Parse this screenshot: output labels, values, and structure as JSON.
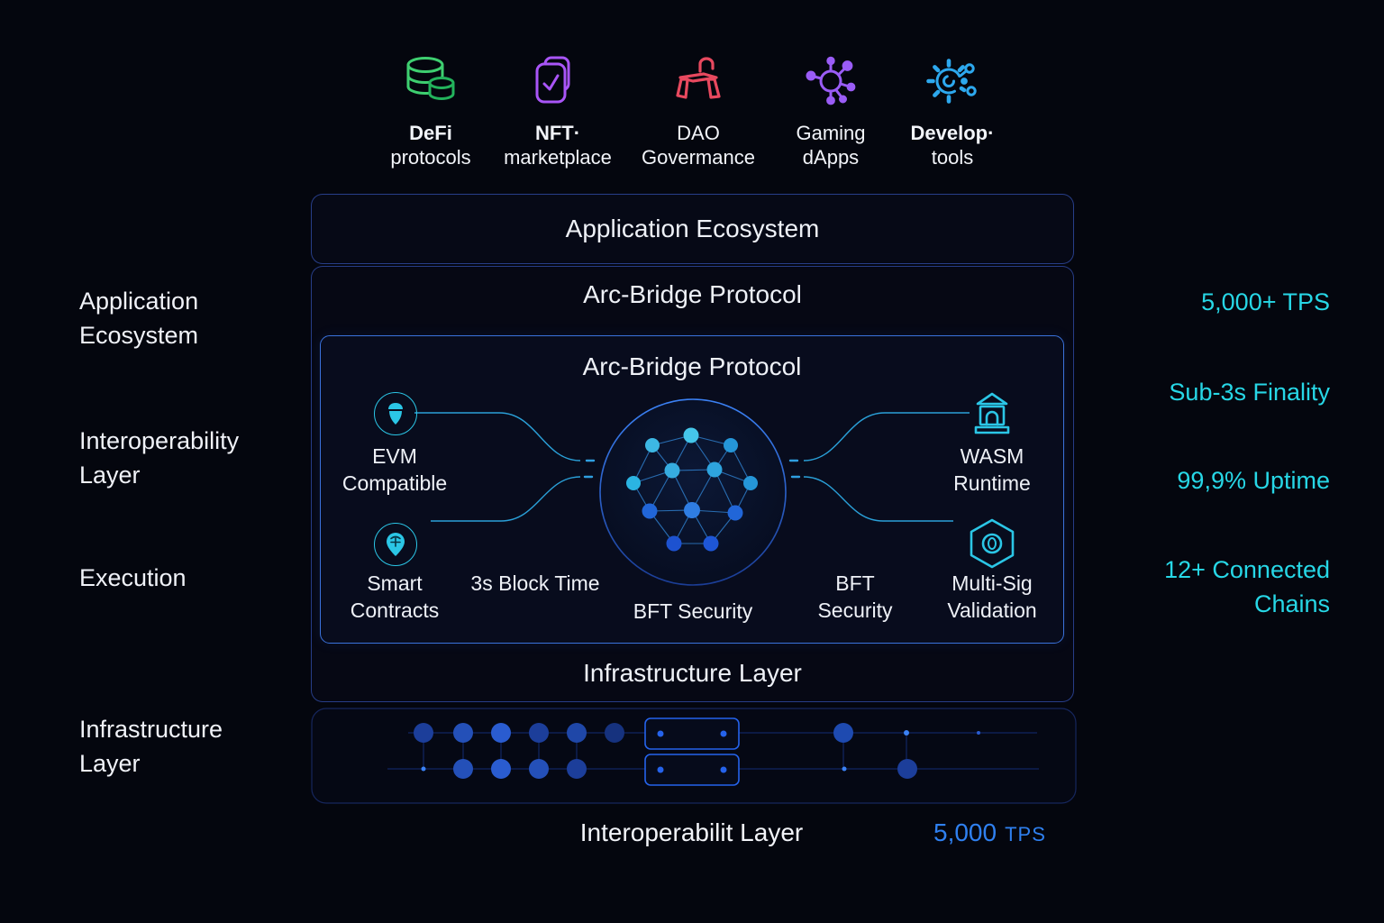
{
  "app_icons": [
    {
      "line1": "DeFi",
      "line2": "protocols"
    },
    {
      "line1": "NFT·",
      "line2": "marketplace"
    },
    {
      "line1": "DAO",
      "line2": "Govermance"
    },
    {
      "line1": "Gaming",
      "line2": "dApps"
    },
    {
      "line1": "Develop·",
      "line2": "tools"
    }
  ],
  "left_labels": [
    {
      "line1": "Application",
      "line2": "Ecosystem"
    },
    {
      "line1": "Interoperability",
      "line2": "Layer"
    },
    {
      "line1": "Execution",
      "line2": ""
    },
    {
      "line1": "Infrastructure",
      "line2": "Layer"
    }
  ],
  "stats": [
    {
      "text": "5,000+ TPS"
    },
    {
      "text": "Sub-3s Finality"
    },
    {
      "text": "99,9% Uptime"
    },
    {
      "text": "12+ Connected Chains"
    }
  ],
  "diagram": {
    "application_ecosystem_title": "Application Ecosystem",
    "bridge_header": "Arc-Bridge Protocol",
    "inner_title": "Arc-Bridge Protocol",
    "infrastructure_footer": "Infrastructure Layer",
    "evm": {
      "line1": "EVM",
      "line2": "Compatible"
    },
    "smart_contracts": {
      "line1": "Smart",
      "line2": "Contracts"
    },
    "block_time": "3s Block Time",
    "bft_center": "BFT Security",
    "bft_right": {
      "line1": "BFT",
      "line2": "Security"
    },
    "wasm": {
      "line1": "WASM",
      "line2": "Runtime"
    },
    "multisig": {
      "line1": "Multi-Sig",
      "line2": "Validation"
    }
  },
  "footer": {
    "title": "Interoperabilit Layer",
    "tps_value": "5,000",
    "tps_unit": "TPS"
  },
  "colors": {
    "accent_cyan": "#27d7e6",
    "accent_blue": "#2f80f0",
    "icon_cyan": "#2bc6e6",
    "defi_green": "#3ecf70",
    "nft_purple": "#a955f7",
    "dao_red": "#e8495f",
    "gaming_purple": "#9a5cf6",
    "dev_blue": "#2da8ee",
    "box_border": "#3a72dc"
  }
}
